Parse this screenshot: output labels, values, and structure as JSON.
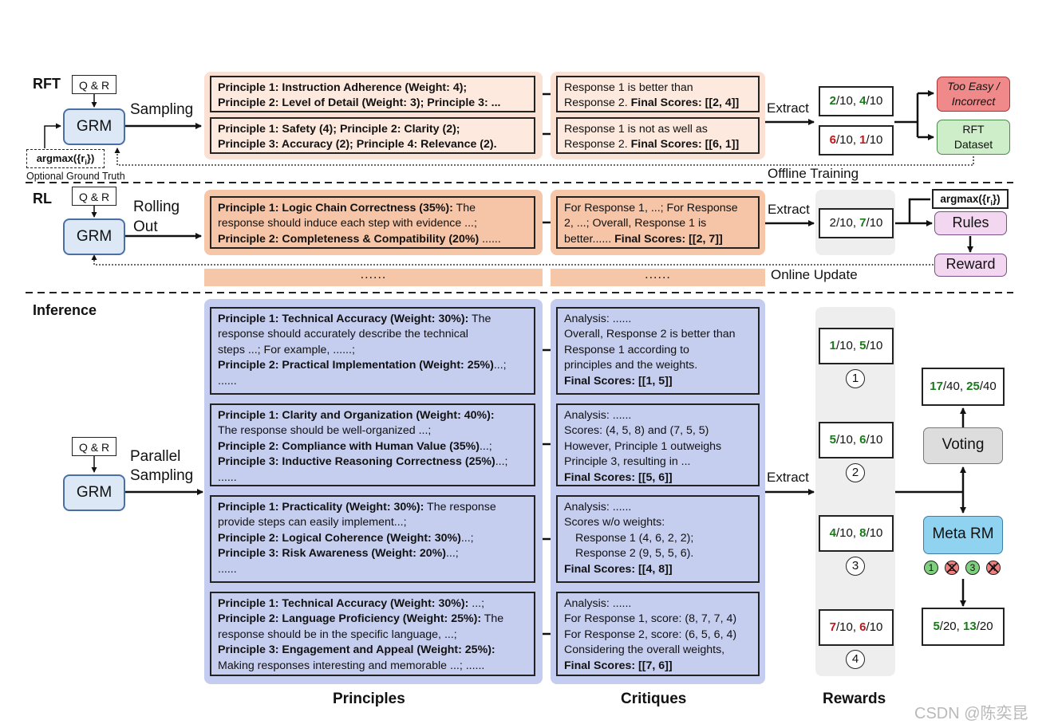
{
  "sections": {
    "rft": "RFT",
    "rl": "RL",
    "inference": "Inference"
  },
  "common": {
    "qr": "Q & R",
    "grm": "GRM",
    "extract": "Extract",
    "dots": "......"
  },
  "rft": {
    "sampling": "Sampling",
    "argmax": "argmax({r",
    "argmax_sub": "i",
    "argmax_end": "})",
    "optional": "Optional Ground Truth",
    "offline": "Offline Training",
    "principles": [
      {
        "lines": [
          [
            {
              "t": "Principle 1: Instruction Adherence (Weight: 4);",
              "b": true
            }
          ],
          [
            {
              "t": "Principle 2: Level of Detail (Weight: 3); Principle 3: ...",
              "b": true
            }
          ]
        ]
      },
      {
        "lines": [
          [
            {
              "t": "Principle 1: Safety (4); Principle 2: Clarity (2);",
              "b": true
            }
          ],
          [
            {
              "t": "Principle 3: Accuracy (2); Principle 4: Relevance (2).",
              "b": true
            }
          ]
        ]
      }
    ],
    "critiques": [
      {
        "lines": [
          [
            {
              "t": "Response 1 is better than",
              "b": false
            }
          ],
          [
            {
              "t": "Response 2. ",
              "b": false
            },
            {
              "t": "Final Scores: [[2, 4]]",
              "b": true
            }
          ]
        ]
      },
      {
        "lines": [
          [
            {
              "t": "Response 1 is not as well as",
              "b": false
            }
          ],
          [
            {
              "t": "Response 2. ",
              "b": false
            },
            {
              "t": "Final Scores: [[6, 1]]",
              "b": true
            }
          ]
        ]
      }
    ],
    "scores": [
      {
        "a": "2",
        "a_color": "green",
        "b": "4",
        "b_color": "green",
        "den": "10"
      },
      {
        "a": "6",
        "a_color": "red",
        "b": "1",
        "b_color": "red",
        "den": "10"
      }
    ],
    "too_easy": "Too Easy /",
    "incorrect": "Incorrect",
    "rft_dataset_1": "RFT",
    "rft_dataset_2": "Dataset"
  },
  "rl": {
    "rolling": "Rolling",
    "out": "Out",
    "online": "Online Update",
    "principle": {
      "lines": [
        [
          {
            "t": "Principle 1: Logic Chain Correctness (35%):",
            "b": true
          },
          {
            "t": " The",
            "b": false
          }
        ],
        [
          {
            "t": "response should induce each step with evidence ...;",
            "b": false
          }
        ],
        [
          {
            "t": "Principle 2: Completeness & Compatibility (20%)",
            "b": true
          },
          {
            "t": " ......",
            "b": false
          }
        ]
      ]
    },
    "critique": {
      "lines": [
        [
          {
            "t": "For Response 1, ...; For Response",
            "b": false
          }
        ],
        [
          {
            "t": "2, ...; Overall, Response 1 is",
            "b": false
          }
        ],
        [
          {
            "t": "better...... ",
            "b": false
          },
          {
            "t": "Final Scores: [[2, 7]]",
            "b": true
          }
        ]
      ]
    },
    "score": {
      "a": "2",
      "a_color": "black",
      "b": "7",
      "b_color": "green",
      "den": "10"
    },
    "argmax": "argmax({r",
    "argmax_sub": "i",
    "argmax_end": "})",
    "rules": "Rules",
    "reward": "Reward"
  },
  "inference": {
    "parallel": "Parallel",
    "sampling": "Sampling",
    "principles": [
      {
        "lines": [
          [
            {
              "t": "Principle 1: Technical Accuracy (Weight: 30%):",
              "b": true
            },
            {
              "t": " The",
              "b": false
            }
          ],
          [
            {
              "t": "response should accurately describe the technical",
              "b": false
            }
          ],
          [
            {
              "t": "steps ...; For example, ......;",
              "b": false
            }
          ],
          [
            {
              "t": "Principle 2: Practical Implementation (Weight: 25%)",
              "b": true
            },
            {
              "t": "...;",
              "b": false
            }
          ],
          [
            {
              "t": "......",
              "b": false
            }
          ]
        ]
      },
      {
        "lines": [
          [
            {
              "t": "Principle 1: Clarity and Organization (Weight: 40%):",
              "b": true
            }
          ],
          [
            {
              "t": "The response should be well-organized ...;",
              "b": false
            }
          ],
          [
            {
              "t": "Principle 2: Compliance with Human Value (35%)",
              "b": true
            },
            {
              "t": "...;",
              "b": false
            }
          ],
          [
            {
              "t": "Principle 3: Inductive Reasoning Correctness (25%)",
              "b": true
            },
            {
              "t": "...;",
              "b": false
            }
          ],
          [
            {
              "t": "......",
              "b": false
            }
          ]
        ]
      },
      {
        "lines": [
          [
            {
              "t": "Principle 1: Practicality (Weight: 30%):",
              "b": true
            },
            {
              "t": " The response",
              "b": false
            }
          ],
          [
            {
              "t": "provide steps can easily implement...;",
              "b": false
            }
          ],
          [
            {
              "t": "Principle 2: Logical Coherence (Weight: 30%)",
              "b": true
            },
            {
              "t": "...;",
              "b": false
            }
          ],
          [
            {
              "t": "Principle 3: Risk Awareness (Weight: 20%)",
              "b": true
            },
            {
              "t": "...;",
              "b": false
            }
          ],
          [
            {
              "t": "......",
              "b": false
            }
          ]
        ]
      },
      {
        "lines": [
          [
            {
              "t": "Principle 1: Technical Accuracy (Weight: 30%):",
              "b": true
            },
            {
              "t": " ...;",
              "b": false
            }
          ],
          [
            {
              "t": "Principle 2: Language Proficiency (Weight: 25%):",
              "b": true
            },
            {
              "t": " The",
              "b": false
            }
          ],
          [
            {
              "t": "response should be in the specific language, ...;",
              "b": false
            }
          ],
          [
            {
              "t": "Principle 3: Engagement and Appeal (Weight: 25%):",
              "b": true
            }
          ],
          [
            {
              "t": "Making responses interesting and memorable ...; ......",
              "b": false
            }
          ]
        ]
      }
    ],
    "critiques": [
      {
        "lines": [
          [
            {
              "t": "Analysis: ......",
              "b": false
            }
          ],
          [
            {
              "t": "Overall, Response 2 is better than",
              "b": false
            }
          ],
          [
            {
              "t": "Response 1 according to",
              "b": false
            }
          ],
          [
            {
              "t": "principles and the weights.",
              "b": false
            }
          ],
          [
            {
              "t": "Final Scores: [[1, 5]]",
              "b": true
            }
          ]
        ]
      },
      {
        "lines": [
          [
            {
              "t": "Analysis: ......",
              "b": false
            }
          ],
          [
            {
              "t": "Scores: (4, 5, 8) and (7, 5, 5)",
              "b": false
            }
          ],
          [
            {
              "t": "However, Principle 1 outweighs",
              "b": false
            }
          ],
          [
            {
              "t": "Principle 3, resulting in ...",
              "b": false
            }
          ],
          [
            {
              "t": "Final Scores: [[5, 6]]",
              "b": true
            }
          ]
        ]
      },
      {
        "lines": [
          [
            {
              "t": "Analysis: ......",
              "b": false
            }
          ],
          [
            {
              "t": "Scores w/o weights:",
              "b": false
            }
          ],
          [
            {
              "t": "Response 1 (4, 6, 2, 2);",
              "b": false,
              "indent": true
            }
          ],
          [
            {
              "t": "Response 2 (9, 5, 5, 6).",
              "b": false,
              "indent": true
            }
          ],
          [
            {
              "t": "Final Scores: [[4, 8]]",
              "b": true
            }
          ]
        ]
      },
      {
        "lines": [
          [
            {
              "t": "Analysis: ......",
              "b": false
            }
          ],
          [
            {
              "t": "For Response 1, score: (8, 7, 7, 4)",
              "b": false
            }
          ],
          [
            {
              "t": "For Response 2, score: (6, 5, 6, 4)",
              "b": false
            }
          ],
          [
            {
              "t": "Considering the overall weights,",
              "b": false
            }
          ],
          [
            {
              "t": "Final Scores: [[7, 6]]",
              "b": true
            }
          ]
        ]
      }
    ],
    "scores": [
      {
        "a": "1",
        "a_color": "green",
        "b": "5",
        "b_color": "green",
        "den": "10",
        "num": "1"
      },
      {
        "a": "5",
        "a_color": "green",
        "b": "6",
        "b_color": "green",
        "den": "10",
        "num": "2"
      },
      {
        "a": "4",
        "a_color": "green",
        "b": "8",
        "b_color": "green",
        "den": "10",
        "num": "3"
      },
      {
        "a": "7",
        "a_color": "red",
        "b": "6",
        "b_color": "red",
        "den": "10",
        "num": "4"
      }
    ],
    "voting_result": {
      "a": "17",
      "a_color": "green",
      "b": "25",
      "b_color": "green",
      "den": "40"
    },
    "voting": "Voting",
    "meta_rm": "Meta RM",
    "meta_marks": [
      {
        "n": "1",
        "state": "kept"
      },
      {
        "n": "2",
        "state": "removed"
      },
      {
        "n": "3",
        "state": "kept"
      },
      {
        "n": "4",
        "state": "removed"
      }
    ],
    "meta_result": {
      "a": "5",
      "a_color": "green",
      "b": "13",
      "b_color": "green",
      "den": "20"
    }
  },
  "footer": {
    "principles": "Principles",
    "critiques": "Critiques",
    "rewards": "Rewards"
  },
  "watermark": "CSDN @陈奕昆",
  "colors": {
    "green": "#1a7a1a",
    "red": "#c0161d",
    "grm_fill": "#dce8f5",
    "orange_panel": "#fbe1d3",
    "blue_panel": "#c4cdef",
    "rules_fill": "#f3d6f0",
    "meta_fill": "#8fd3f0",
    "voting_fill": "#dddddd"
  }
}
